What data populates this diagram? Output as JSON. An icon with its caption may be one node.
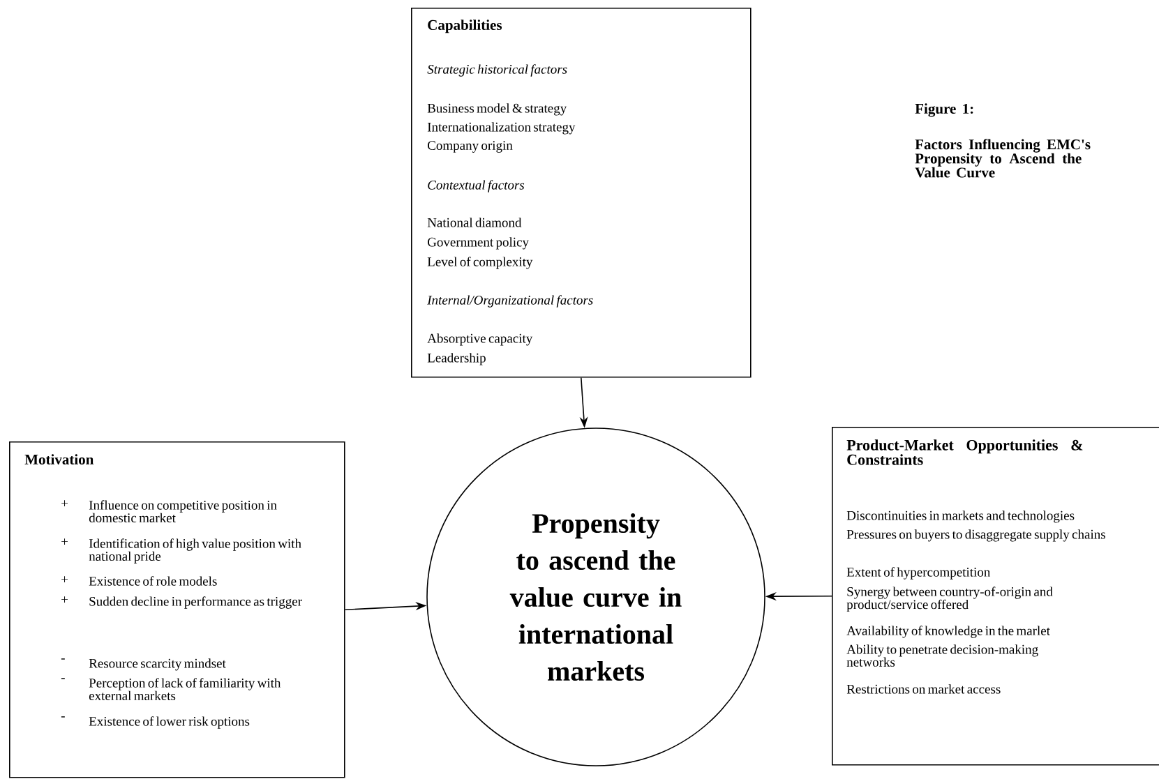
{
  "diagram": {
    "nodes": [
      {
        "text": [
          "Capabilities",
          "Strategic historical factors",
          "Business model & strategy",
          "Internationalization strategy",
          "Company origin",
          "Contextual factors",
          "National diamond",
          "Government policy",
          "Level of complexity",
          "Internal/Organizational factors",
          "Absorptive capacity",
          "Leadership"
        ]
      },
      {
        "text": [
          "Motivation",
          "+",
          "Influence on competitive position in domestic market",
          "+",
          "Identification of high value position with national pride",
          "+",
          "Existence of role models",
          "+",
          "Sudden decline in performance as trigger",
          "-",
          "Resource scarcity mindset",
          "-",
          "Perception of lack of familiarity with external markets",
          "-",
          "Existence of lower risk options"
        ]
      },
      {
        "text": [
          "Propensity to ascend the value curve in international markets"
        ]
      },
      {
        "text": [
          "Product-Market Opportunities & Constraints",
          "Discontinuities in markets and technologies",
          "Pressures on buyers to disaggregate supply chains",
          "Extent of hypercompetition",
          "Synergy between country-of-origin and product/service offered",
          "Availability of knowledge in the marlet",
          "Ability to penetrate decision-making networks",
          "Restrictions on market access"
        ]
      }
    ],
    "edges": [
      {
        "from": 0,
        "to": 2,
        "arrow": "to"
      },
      {
        "from": 1,
        "to": 2,
        "arrow": "to"
      },
      {
        "from": 3,
        "to": 2,
        "arrow": "to"
      }
    ],
    "labels": [
      "Figure 1:",
      "Factors Influencing EMC's Propensity to Ascend the Value Curve"
    ]
  }
}
